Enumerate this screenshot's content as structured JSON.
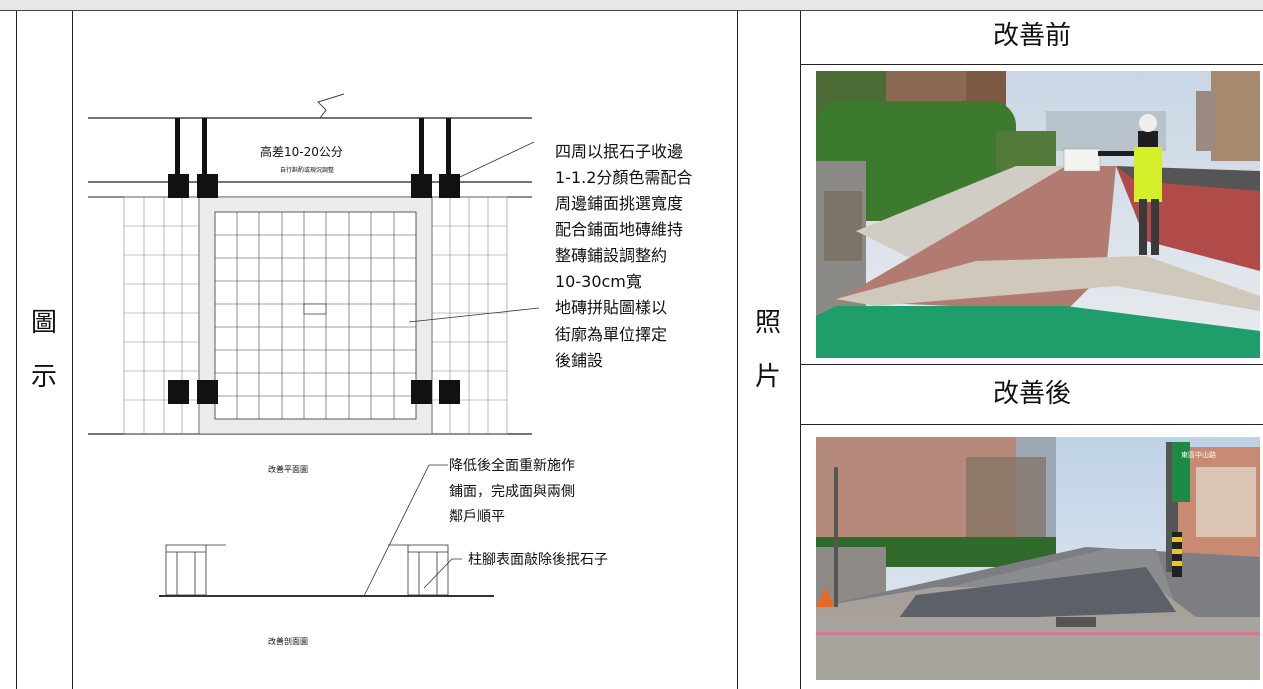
{
  "left_label": {
    "line1": "圖",
    "line2": "示"
  },
  "right_label": {
    "line1": "照",
    "line2": "片"
  },
  "photos": {
    "before_header": "改善前",
    "after_header": "改善後",
    "street_sign_text": "東區中山路"
  },
  "diagram": {
    "height_diff_title": "高差10-20公分",
    "height_diff_sub": "自行斟酌或現況調整",
    "note_main": [
      "四周以抿石子收邊",
      "1-1.2分顏色需配合",
      "周邊鋪面挑選寬度",
      "配合鋪面地磚維持",
      "整磚鋪設調整約",
      "10-30cm寬",
      "地磚拼貼圖樣以",
      "街廓為單位擇定",
      "後鋪設"
    ],
    "plan_caption": "改善平面圖",
    "note_lower": [
      "降低後全面重新施作",
      "鋪面，完成面與兩側",
      "鄰戶順平"
    ],
    "note_column": "柱腳表面敲除後抿石子",
    "section_caption": "改善剖面圖"
  }
}
